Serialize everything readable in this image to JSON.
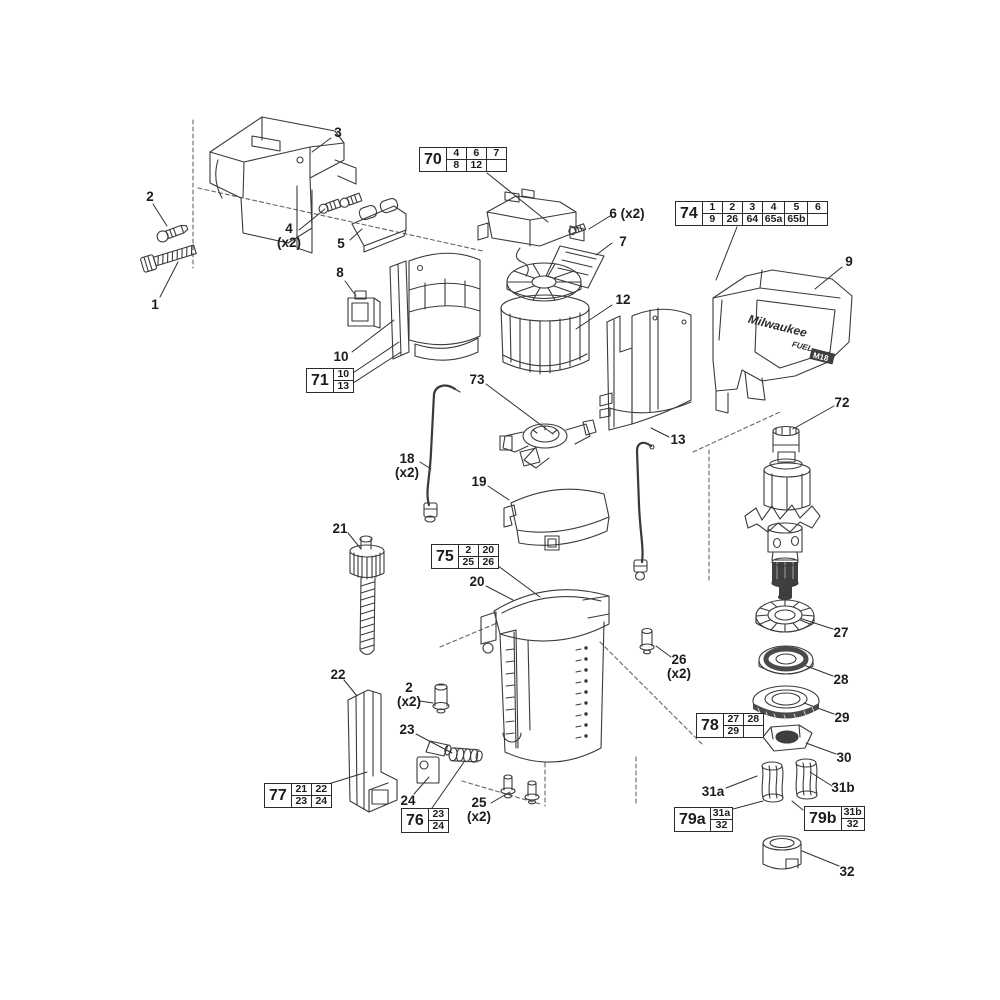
{
  "diagram": {
    "type": "exploded-parts-diagram",
    "line_color": "#3a3a3a",
    "housing": {
      "brand": "Milwaukee",
      "fuel": "FUEL",
      "model": "M18"
    },
    "labels": {
      "l1": {
        "text": "1"
      },
      "l2": {
        "text": "2"
      },
      "l3": {
        "text": "3"
      },
      "l4": {
        "text": "4",
        "sub": "(x2)"
      },
      "l5": {
        "text": "5"
      },
      "l6": {
        "text": "6 (x2)"
      },
      "l7": {
        "text": "7"
      },
      "l8": {
        "text": "8"
      },
      "l9": {
        "text": "9"
      },
      "l10": {
        "text": "10"
      },
      "l12": {
        "text": "12"
      },
      "l13": {
        "text": "13"
      },
      "l18": {
        "text": "18",
        "sub": "(x2)"
      },
      "l19": {
        "text": "19"
      },
      "l20": {
        "text": "20"
      },
      "l21": {
        "text": "21"
      },
      "l22": {
        "text": "22"
      },
      "l2b": {
        "text": "2",
        "sub": "(x2)"
      },
      "l23": {
        "text": "23"
      },
      "l24": {
        "text": "24"
      },
      "l25": {
        "text": "25",
        "sub": "(x2)"
      },
      "l26": {
        "text": "26",
        "sub": "(x2)"
      },
      "l27": {
        "text": "27"
      },
      "l28": {
        "text": "28"
      },
      "l29": {
        "text": "29"
      },
      "l30": {
        "text": "30"
      },
      "l31a": {
        "text": "31a"
      },
      "l31b": {
        "text": "31b"
      },
      "l32": {
        "text": "32"
      },
      "l72": {
        "text": "72"
      },
      "l73": {
        "text": "73"
      }
    },
    "callouts": {
      "b70": {
        "main": "70",
        "r1": [
          "4",
          "6",
          "7"
        ],
        "r2": [
          "8",
          "12",
          ""
        ]
      },
      "b71": {
        "main": "71",
        "r1": [
          "10"
        ],
        "r2": [
          "13"
        ]
      },
      "b74": {
        "main": "74",
        "r1": [
          "1",
          "2",
          "3",
          "4",
          "5",
          "6"
        ],
        "r2": [
          "9",
          "26",
          "64",
          "65a",
          "65b",
          ""
        ]
      },
      "b75": {
        "main": "75",
        "r1": [
          "2",
          "20"
        ],
        "r2": [
          "25",
          "26"
        ]
      },
      "b76": {
        "main": "76",
        "r1": [
          "23"
        ],
        "r2": [
          "24"
        ]
      },
      "b77": {
        "main": "77",
        "r1": [
          "21",
          "22"
        ],
        "r2": [
          "23",
          "24"
        ]
      },
      "b78": {
        "main": "78",
        "r1": [
          "27",
          "28"
        ],
        "r2": [
          "29",
          ""
        ]
      },
      "b79a": {
        "main": "79a",
        "r1": [
          "31a"
        ],
        "r2": [
          "32"
        ]
      },
      "b79b": {
        "main": "79b",
        "r1": [
          "31b"
        ],
        "r2": [
          "32"
        ]
      }
    }
  }
}
